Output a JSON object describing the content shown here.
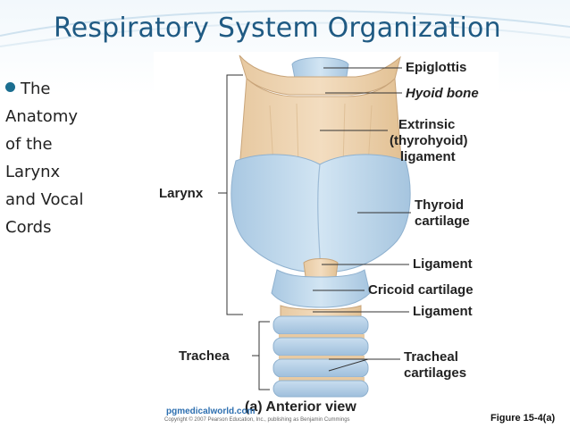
{
  "slide": {
    "title": "Respiratory System Organization",
    "bullet": {
      "lines": [
        "The",
        "Anatomy",
        "of the",
        "Larynx",
        "and Vocal",
        "Cords"
      ]
    },
    "colors": {
      "title": "#1f5a83",
      "bullet": "#1b6e90",
      "cartilage": "#bcd6ea",
      "ligament": "#e8caa2"
    }
  },
  "figure": {
    "labels": {
      "epiglottis": "Epiglottis",
      "hyoid_bone": "Hyoid bone",
      "extrinsic_1": "Extrinsic",
      "extrinsic_2": "(thyrohyoid)",
      "extrinsic_3": "ligament",
      "thyroid_1": "Thyroid",
      "thyroid_2": "cartilage",
      "ligament_1": "Ligament",
      "cricoid": "Cricoid cartilage",
      "ligament_2": "Ligament",
      "tracheal_1": "Tracheal",
      "tracheal_2": "cartilages",
      "larynx": "Larynx",
      "trachea": "Trachea",
      "view": "(a) Anterior view"
    },
    "credit_site": "pgmedicalworld.com",
    "copyright": "Copyright © 2007 Pearson Education, Inc., publishing as Benjamin Cummings",
    "figure_ref": "Figure 15-4(a)"
  }
}
